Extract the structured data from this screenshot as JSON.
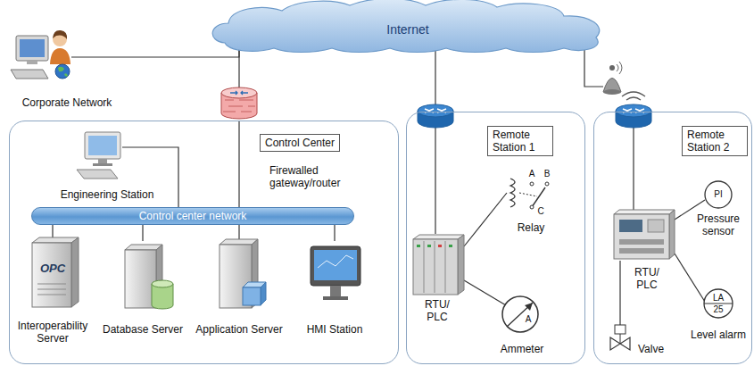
{
  "diagram": {
    "nodes": [
      {
        "text": [
          "Internet"
        ]
      },
      {
        "text": [
          "Corporate Network"
        ]
      },
      {
        "text": [
          "Control Center"
        ]
      },
      {
        "text": [
          "Engineering Station"
        ],
        "in": 2
      },
      {
        "text": [
          "Firewalled gateway/router"
        ],
        "in": 2
      },
      {
        "text": [
          "Control center network"
        ],
        "in": 2
      },
      {
        "text": [
          "Interoperability Server"
        ],
        "in": 2
      },
      {
        "text": [
          "Database Server"
        ],
        "in": 2
      },
      {
        "text": [
          "Application Server"
        ],
        "in": 2
      },
      {
        "text": [
          "HMI Station"
        ],
        "in": 2
      },
      {
        "text": [
          "Remote Station 1"
        ]
      },
      {
        "text": [
          "RTU/ PLC"
        ],
        "in": 10
      },
      {
        "text": [
          "Relay"
        ],
        "in": 10
      },
      {
        "text": [
          "Ammeter"
        ],
        "in": 10
      },
      {
        "text": [
          "Remote Station 2"
        ]
      },
      {
        "text": [
          "RTU/ PLC"
        ],
        "in": 14
      },
      {
        "text": [
          "Pressure sensor"
        ],
        "in": 14
      },
      {
        "text": [
          "Level alarm"
        ],
        "in": 14
      },
      {
        "text": [
          "Valve"
        ],
        "in": 14
      }
    ],
    "edges": [
      {
        "from": 1,
        "to": 0,
        "arrow": "none"
      },
      {
        "from": 4,
        "to": 0,
        "arrow": "none"
      },
      {
        "from": 3,
        "to": 5,
        "arrow": "none"
      },
      {
        "from": 4,
        "to": 5,
        "arrow": "none"
      },
      {
        "from": 5,
        "to": 6,
        "arrow": "none"
      },
      {
        "from": 5,
        "to": 7,
        "arrow": "none"
      },
      {
        "from": 5,
        "to": 8,
        "arrow": "none"
      },
      {
        "from": 5,
        "to": 9,
        "arrow": "none"
      },
      {
        "from": 0,
        "to": 11,
        "arrow": "none"
      },
      {
        "from": 11,
        "to": 12,
        "arrow": "none"
      },
      {
        "from": 11,
        "to": 13,
        "arrow": "none"
      },
      {
        "from": 15,
        "to": 16,
        "arrow": "none"
      },
      {
        "from": 15,
        "to": 17,
        "arrow": "none"
      },
      {
        "from": 15,
        "to": 18,
        "arrow": "none"
      }
    ],
    "labels": [
      "A",
      "B",
      "C",
      "A",
      "PI",
      "LA",
      "25",
      "OPC"
    ]
  }
}
